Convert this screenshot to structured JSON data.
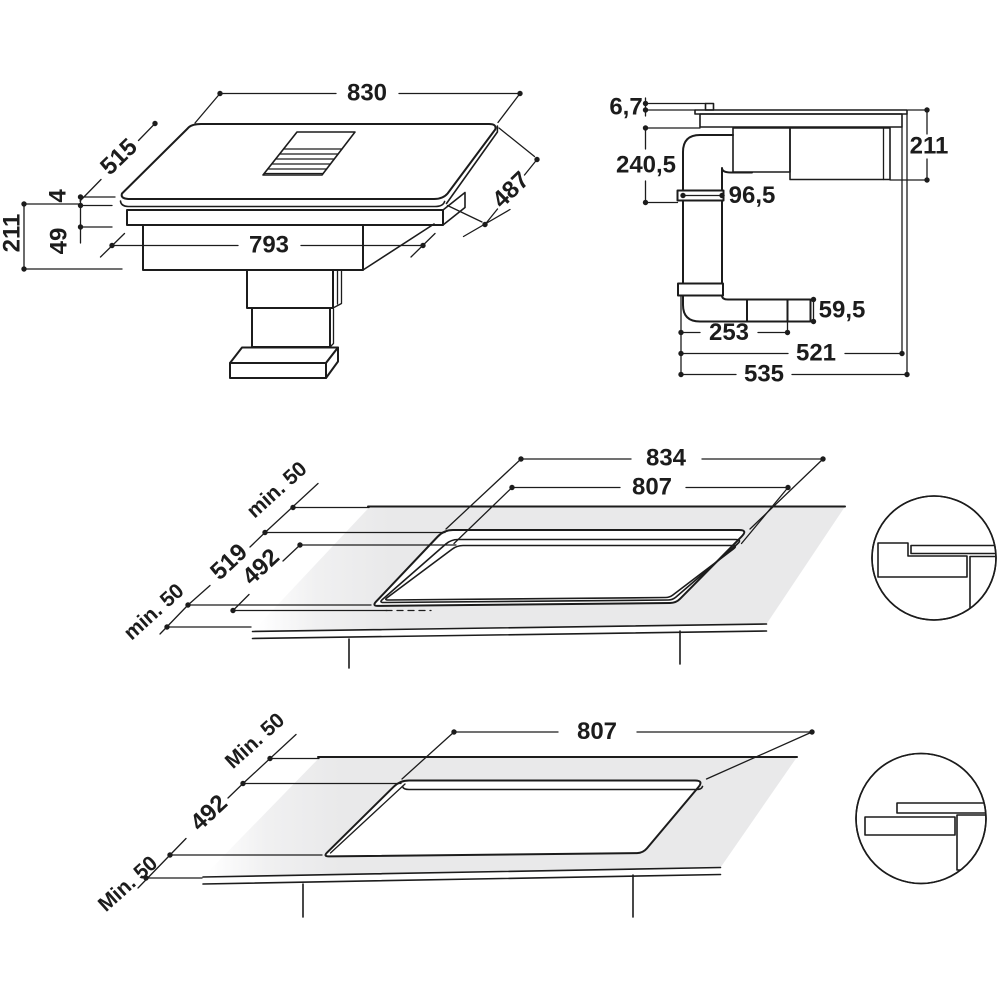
{
  "figure": {
    "kind": "appliance installation drawing",
    "colors": {
      "line": "#1c1c1c",
      "worktop_fill": "#e9e9ea",
      "worktop_fade": "#ffffff",
      "background": "#ffffff"
    },
    "views": {
      "hob": {
        "label": "hob perspective view",
        "dims": {
          "top_width": "830",
          "depth_left": "515",
          "glass_thickness": "4",
          "body_height": "49",
          "total_height": "211",
          "body_width": "793",
          "depth_right": "487"
        }
      },
      "duct": {
        "label": "duct side view",
        "dims": {
          "cap_height": "6,7",
          "drop_height": "240,5",
          "duct_width": "96,5",
          "unit_height": "211",
          "outlet_height": "59,5",
          "outlet_length": "253",
          "run_length": "521",
          "total_length": "535"
        }
      },
      "flush_cutout": {
        "label": "flush-mount worktop cutout",
        "dims": {
          "back_clearance": "min. 50",
          "outer_depth": "519",
          "inner_depth": "492",
          "front_clearance": "min. 50",
          "outer_width": "834",
          "inner_width": "807"
        }
      },
      "surface_cutout": {
        "label": "surface-mount worktop cutout",
        "dims": {
          "back_clearance": "Min. 50",
          "depth": "492",
          "front_clearance": "Min. 50",
          "width": "807"
        }
      }
    }
  }
}
